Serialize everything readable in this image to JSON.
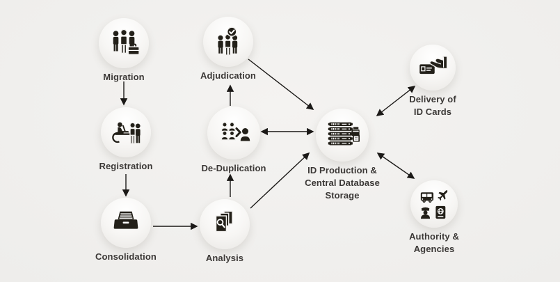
{
  "colors": {
    "background": "#edecea",
    "node_fill": "#f7f6f4",
    "icon": "#232019",
    "label_text": "#3b3836",
    "arrow": "#1b1917"
  },
  "diagram": {
    "type": "process-flow",
    "nodes": [
      {
        "id": "migration",
        "label": "Migration",
        "icon": "people-with-briefcase-icon"
      },
      {
        "id": "registration",
        "label": "Registration",
        "icon": "registration-desk-icon"
      },
      {
        "id": "consolidation",
        "label": "Consolidation",
        "icon": "archive-drawer-icon"
      },
      {
        "id": "adjudication",
        "label": "Adjudication",
        "icon": "people-with-checkmark-icon"
      },
      {
        "id": "dedup",
        "label": "De-Duplication",
        "icon": "people-dedupe-icon"
      },
      {
        "id": "analysis",
        "label": "Analysis",
        "icon": "documents-magnifier-icon"
      },
      {
        "id": "idprod",
        "label_lines": [
          "ID Production &",
          "Central Database",
          "Storage"
        ],
        "icon": "server-printer-icon"
      },
      {
        "id": "delivery",
        "label_lines": [
          "Delivery of",
          "ID Cards"
        ],
        "icon": "hand-id-card-icon"
      },
      {
        "id": "authority",
        "label_lines": [
          "Authority &",
          "Agencies"
        ],
        "icon": "transport-authority-icon"
      }
    ],
    "edges": [
      {
        "from": "migration",
        "to": "registration",
        "bidirectional": false
      },
      {
        "from": "registration",
        "to": "consolidation",
        "bidirectional": false
      },
      {
        "from": "consolidation",
        "to": "analysis",
        "bidirectional": false
      },
      {
        "from": "analysis",
        "to": "dedup",
        "bidirectional": false
      },
      {
        "from": "dedup",
        "to": "adjudication",
        "bidirectional": false
      },
      {
        "from": "adjudication",
        "to": "idprod",
        "bidirectional": false
      },
      {
        "from": "analysis",
        "to": "idprod",
        "bidirectional": false
      },
      {
        "from": "dedup",
        "to": "idprod",
        "bidirectional": true
      },
      {
        "from": "idprod",
        "to": "delivery",
        "bidirectional": true
      },
      {
        "from": "idprod",
        "to": "authority",
        "bidirectional": true
      }
    ]
  }
}
